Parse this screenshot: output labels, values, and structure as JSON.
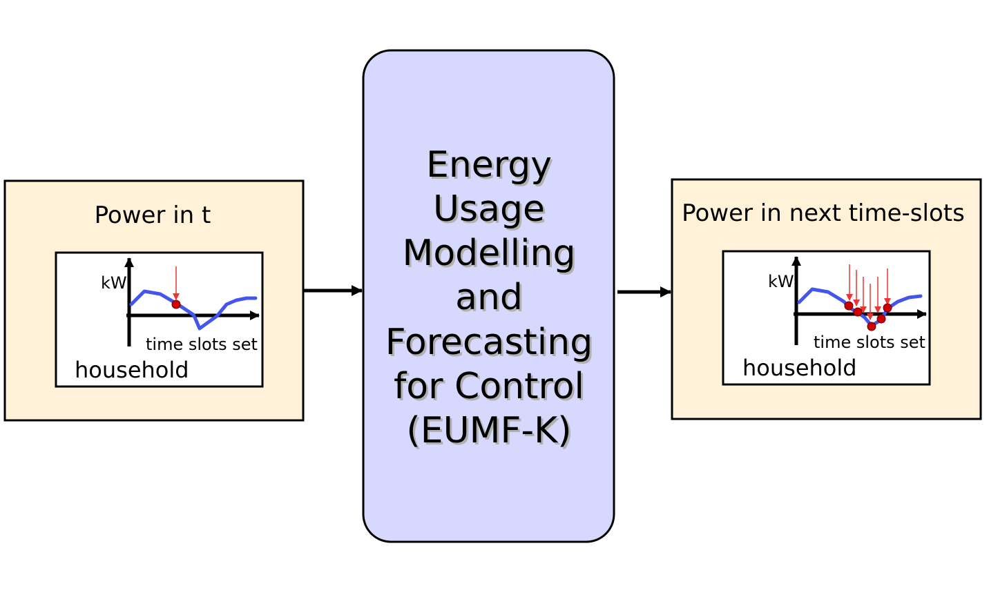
{
  "input_box": {
    "title": "Power in t",
    "plot": {
      "unit": "kW",
      "axis_label": "time slots set",
      "caption": "household"
    }
  },
  "model_box": {
    "lines": [
      "Energy",
      "Usage",
      "Modelling",
      "and",
      "Forecasting",
      "for Control",
      "(EUMF-K)"
    ]
  },
  "output_box": {
    "title": "Power in next time-slots",
    "plot": {
      "unit": "kW",
      "axis_label": "time slots set",
      "caption": "household"
    }
  },
  "colors": {
    "io_box_fill": "#fff2d9",
    "model_box_fill": "#d6d8fd",
    "curve": "#4455ee",
    "marker": "#cc0000",
    "pointer_arrow": "#ee3333"
  }
}
